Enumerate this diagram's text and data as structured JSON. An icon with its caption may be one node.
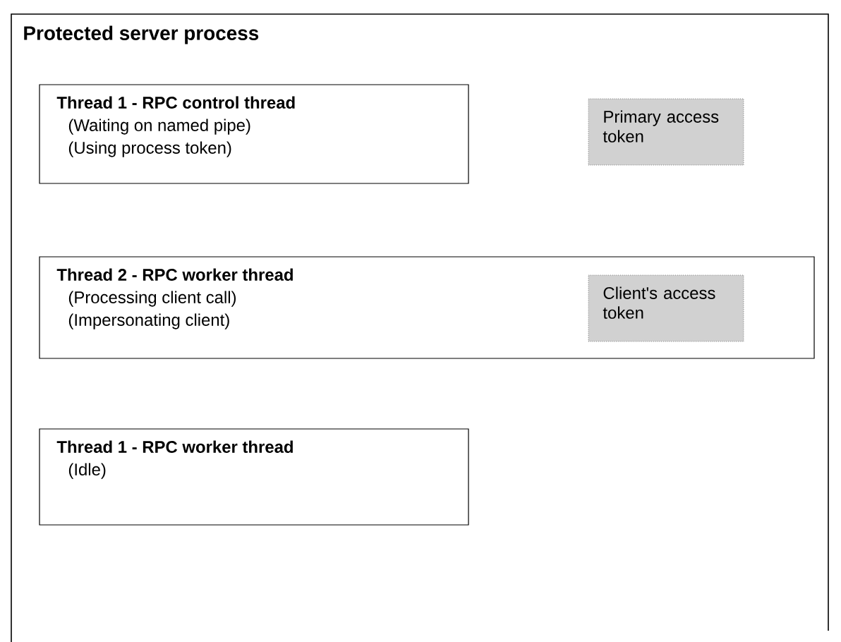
{
  "diagram": {
    "nodes": [
      {
        "text": [
          "Protected server process"
        ]
      },
      {
        "text": [
          "Thread 1 - RPC control thread",
          "(Waiting on named pipe)",
          "(Using process token)"
        ],
        "in": 0
      },
      {
        "text": [
          "Primary access token"
        ],
        "in": 0
      },
      {
        "text": [
          "Thread 2 - RPC worker thread",
          "(Processing client call)",
          "(Impersonating client)"
        ],
        "in": 0
      },
      {
        "text": [
          "Client's access token"
        ],
        "in": 3
      },
      {
        "text": [
          "Thread 1 - RPC worker thread",
          "(Idle)"
        ],
        "in": 0
      }
    ]
  }
}
